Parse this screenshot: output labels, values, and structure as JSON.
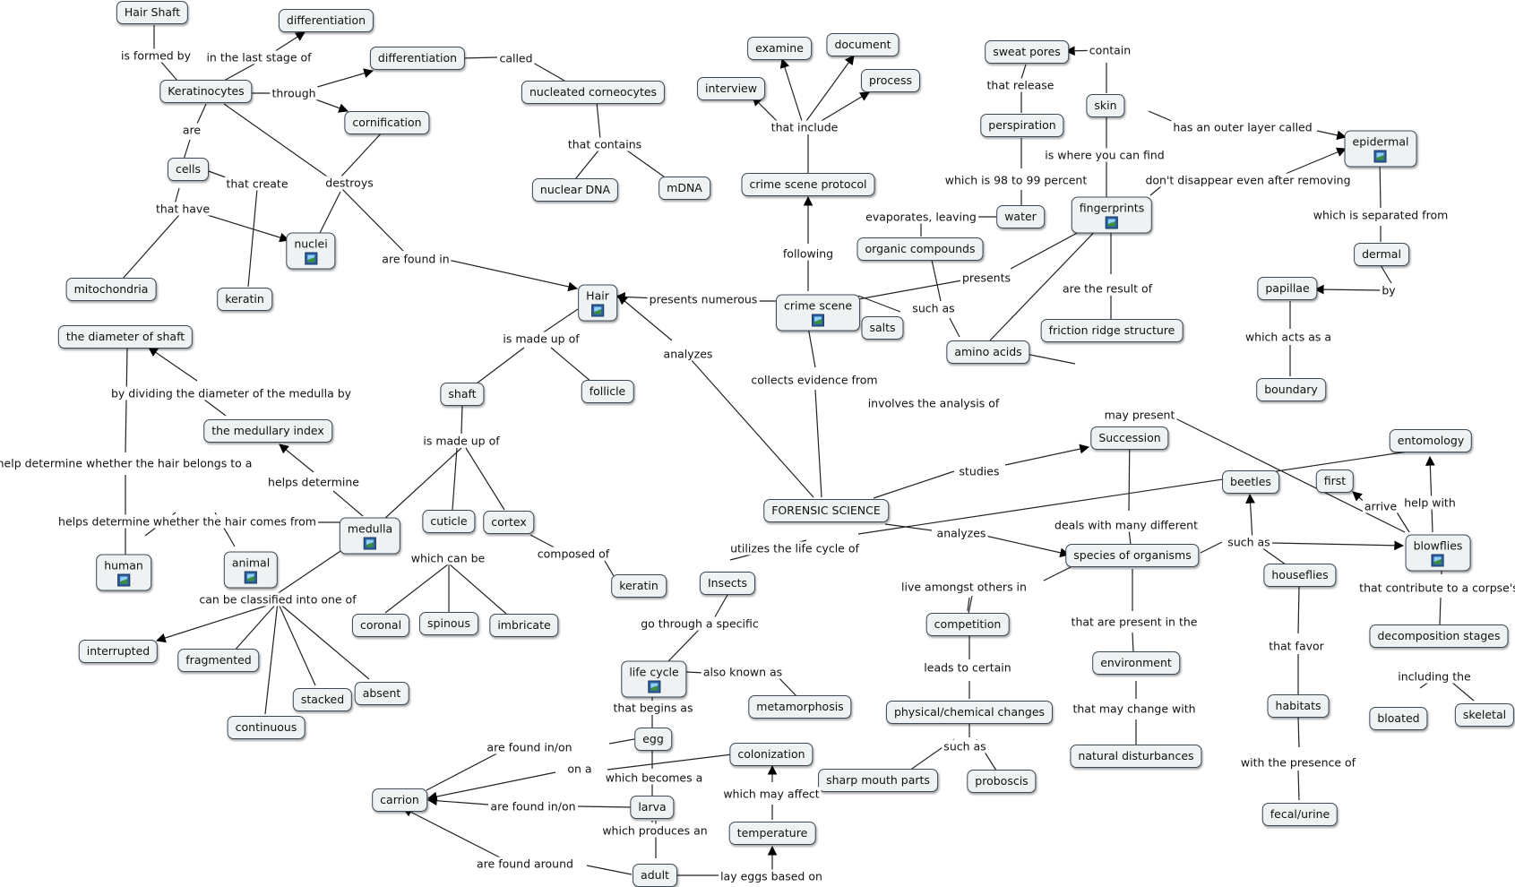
{
  "nodes": [
    {
      "id": "hair_shaft",
      "text": "Hair Shaft"
    },
    {
      "id": "differentiation1",
      "text": "differentiation"
    },
    {
      "id": "keratinocytes",
      "text": "Keratinocytes"
    },
    {
      "id": "differentiation2",
      "text": "differentiation"
    },
    {
      "id": "nucleated",
      "text": "nucleated corneocytes"
    },
    {
      "id": "cornification",
      "text": "cornification"
    },
    {
      "id": "cells",
      "text": "cells"
    },
    {
      "id": "nuclei",
      "text": "nuclei",
      "image": true
    },
    {
      "id": "mitochondria",
      "text": "mitochondria"
    },
    {
      "id": "keratin1",
      "text": "keratin"
    },
    {
      "id": "nuclear_dna",
      "text": "nuclear DNA"
    },
    {
      "id": "mdna",
      "text": "mDNA"
    },
    {
      "id": "examine",
      "text": "examine"
    },
    {
      "id": "document",
      "text": "document"
    },
    {
      "id": "interview",
      "text": "interview"
    },
    {
      "id": "process",
      "text": "process"
    },
    {
      "id": "csp",
      "text": "crime scene protocol"
    },
    {
      "id": "sweat_pores",
      "text": "sweat pores"
    },
    {
      "id": "perspiration",
      "text": "perspiration"
    },
    {
      "id": "skin",
      "text": "skin"
    },
    {
      "id": "epidermal",
      "text": "epidermal",
      "image": true
    },
    {
      "id": "fingerprints",
      "text": "fingerprints",
      "image": true
    },
    {
      "id": "water",
      "text": "water"
    },
    {
      "id": "organic",
      "text": "organic compounds"
    },
    {
      "id": "hair",
      "text": "Hair",
      "image": true
    },
    {
      "id": "crime_scene",
      "text": "crime scene",
      "image": true
    },
    {
      "id": "salts",
      "text": "salts"
    },
    {
      "id": "amino",
      "text": "amino acids"
    },
    {
      "id": "friction",
      "text": "friction ridge structure"
    },
    {
      "id": "dermal",
      "text": "dermal"
    },
    {
      "id": "papillae",
      "text": "papillae"
    },
    {
      "id": "boundary",
      "text": "boundary"
    },
    {
      "id": "diam_shaft",
      "text": "the diameter of shaft"
    },
    {
      "id": "shaft",
      "text": "shaft"
    },
    {
      "id": "follicle",
      "text": "follicle"
    },
    {
      "id": "medullary",
      "text": "the medullary index"
    },
    {
      "id": "forensic",
      "text": "FORENSIC SCIENCE"
    },
    {
      "id": "succession",
      "text": "Succession"
    },
    {
      "id": "entomology",
      "text": "entomology"
    },
    {
      "id": "beetles",
      "text": "beetles"
    },
    {
      "id": "first",
      "text": "first"
    },
    {
      "id": "medulla",
      "text": "medulla",
      "image": true
    },
    {
      "id": "cuticle",
      "text": "cuticle"
    },
    {
      "id": "cortex",
      "text": "cortex"
    },
    {
      "id": "human",
      "text": "human",
      "image": true
    },
    {
      "id": "animal",
      "text": "animal",
      "image": true
    },
    {
      "id": "species",
      "text": "species of organisms"
    },
    {
      "id": "blowflies",
      "text": "blowflies",
      "image": true
    },
    {
      "id": "insects",
      "text": "Insects"
    },
    {
      "id": "keratin2",
      "text": "keratin"
    },
    {
      "id": "houseflies",
      "text": "houseflies"
    },
    {
      "id": "interrupted",
      "text": "interrupted"
    },
    {
      "id": "fragmented",
      "text": "fragmented"
    },
    {
      "id": "coronal",
      "text": "coronal"
    },
    {
      "id": "spinous",
      "text": "spinous"
    },
    {
      "id": "imbricate",
      "text": "imbricate"
    },
    {
      "id": "competition",
      "text": "competition"
    },
    {
      "id": "decomp",
      "text": "decomposition stages"
    },
    {
      "id": "lifecycle",
      "text": "life cycle",
      "image": true
    },
    {
      "id": "stacked",
      "text": "stacked"
    },
    {
      "id": "absent",
      "text": "absent"
    },
    {
      "id": "environment",
      "text": "environment"
    },
    {
      "id": "metamorphosis",
      "text": "metamorphosis"
    },
    {
      "id": "continuous",
      "text": "continuous"
    },
    {
      "id": "physchem",
      "text": "physical/chemical changes"
    },
    {
      "id": "habitats",
      "text": "habitats"
    },
    {
      "id": "bloated",
      "text": "bloated"
    },
    {
      "id": "skeletal",
      "text": "skeletal"
    },
    {
      "id": "egg",
      "text": "egg"
    },
    {
      "id": "colonization",
      "text": "colonization"
    },
    {
      "id": "natural",
      "text": "natural disturbances"
    },
    {
      "id": "sharp",
      "text": "sharp mouth parts"
    },
    {
      "id": "proboscis",
      "text": "proboscis"
    },
    {
      "id": "carrion",
      "text": "carrion"
    },
    {
      "id": "larva",
      "text": "larva"
    },
    {
      "id": "temperature",
      "text": "temperature"
    },
    {
      "id": "fecal",
      "text": "fecal/urine"
    },
    {
      "id": "adult",
      "text": "adult"
    }
  ],
  "links": [
    {
      "id": "l_formed_by",
      "text": "is formed by"
    },
    {
      "id": "l_last_stage",
      "text": "in the last stage of"
    },
    {
      "id": "l_called",
      "text": "called"
    },
    {
      "id": "l_through",
      "text": "through"
    },
    {
      "id": "l_are",
      "text": "are"
    },
    {
      "id": "l_destroys",
      "text": "destroys"
    },
    {
      "id": "l_that_create",
      "text": "that create"
    },
    {
      "id": "l_that_have",
      "text": "that have"
    },
    {
      "id": "l_that_contains",
      "text": "that contains"
    },
    {
      "id": "l_found_in_hair",
      "text": "are found in"
    },
    {
      "id": "l_that_include",
      "text": "that include"
    },
    {
      "id": "l_following",
      "text": "following"
    },
    {
      "id": "l_contain",
      "text": "contain"
    },
    {
      "id": "l_that_release",
      "text": "that release"
    },
    {
      "id": "l_outer_layer",
      "text": "has an outer layer called"
    },
    {
      "id": "l_where_find",
      "text": "is where you can find"
    },
    {
      "id": "l_98_99",
      "text": "which is 98 to 99 percent"
    },
    {
      "id": "l_dont_disappear",
      "text": "don't disappear even after removing"
    },
    {
      "id": "l_evaporates",
      "text": "evaporates, leaving"
    },
    {
      "id": "l_separated",
      "text": "which is separated from"
    },
    {
      "id": "l_presents",
      "text": "presents"
    },
    {
      "id": "l_presents_numerous",
      "text": "presents numerous"
    },
    {
      "id": "l_result_of",
      "text": "are the result of"
    },
    {
      "id": "l_by",
      "text": "by"
    },
    {
      "id": "l_such_as_salts",
      "text": "such as"
    },
    {
      "id": "l_made_up_hair",
      "text": "is made up of"
    },
    {
      "id": "l_acts_boundary",
      "text": "which acts as a"
    },
    {
      "id": "l_analyzes_hair",
      "text": "analyzes"
    },
    {
      "id": "l_collects",
      "text": "collects evidence from"
    },
    {
      "id": "l_dividing",
      "text": "by dividing the diameter of the medulla by"
    },
    {
      "id": "l_involves",
      "text": "involves the analysis of"
    },
    {
      "id": "l_may_present",
      "text": "may present"
    },
    {
      "id": "l_made_up_shaft",
      "text": "is made up of"
    },
    {
      "id": "l_belongs",
      "text": "help determine whether the hair belongs to a"
    },
    {
      "id": "l_helps_determine",
      "text": "helps determine"
    },
    {
      "id": "l_studies",
      "text": "studies"
    },
    {
      "id": "l_help_with",
      "text": "help with"
    },
    {
      "id": "l_arrive",
      "text": "arrive"
    },
    {
      "id": "l_deals",
      "text": "deals with many different"
    },
    {
      "id": "l_comes_from",
      "text": "helps determine whether the hair comes from"
    },
    {
      "id": "l_analyzes_species",
      "text": "analyzes"
    },
    {
      "id": "l_utilizes",
      "text": "utilizes the life cycle of"
    },
    {
      "id": "l_such_as_beetles",
      "text": "such as"
    },
    {
      "id": "l_composed",
      "text": "composed of"
    },
    {
      "id": "l_which_can_be",
      "text": "which can be"
    },
    {
      "id": "l_live_amongst",
      "text": "live amongst others in"
    },
    {
      "id": "l_contribute",
      "text": "that contribute to a corpse's"
    },
    {
      "id": "l_classified",
      "text": "can be classified into one of"
    },
    {
      "id": "l_go_through",
      "text": "go through a specific"
    },
    {
      "id": "l_present_in",
      "text": "that are present in the"
    },
    {
      "id": "l_that_favor",
      "text": "that favor"
    },
    {
      "id": "l_leads_to",
      "text": "leads to certain"
    },
    {
      "id": "l_aka",
      "text": "also known as"
    },
    {
      "id": "l_including",
      "text": "including the"
    },
    {
      "id": "l_begins_as",
      "text": "that begins as"
    },
    {
      "id": "l_may_change",
      "text": "that may change with"
    },
    {
      "id": "l_such_as_sharp",
      "text": "such as"
    },
    {
      "id": "l_found_on_egg",
      "text": "are found in/on"
    },
    {
      "id": "l_presence",
      "text": "with the presence of"
    },
    {
      "id": "l_on_a",
      "text": "on a"
    },
    {
      "id": "l_becomes",
      "text": "which becomes a"
    },
    {
      "id": "l_may_affect",
      "text": "which may affect"
    },
    {
      "id": "l_found_on_larva",
      "text": "are found in/on"
    },
    {
      "id": "l_produces",
      "text": "which produces an"
    },
    {
      "id": "l_found_around",
      "text": "are found around"
    },
    {
      "id": "l_lay_eggs",
      "text": "lay eggs based on"
    }
  ]
}
